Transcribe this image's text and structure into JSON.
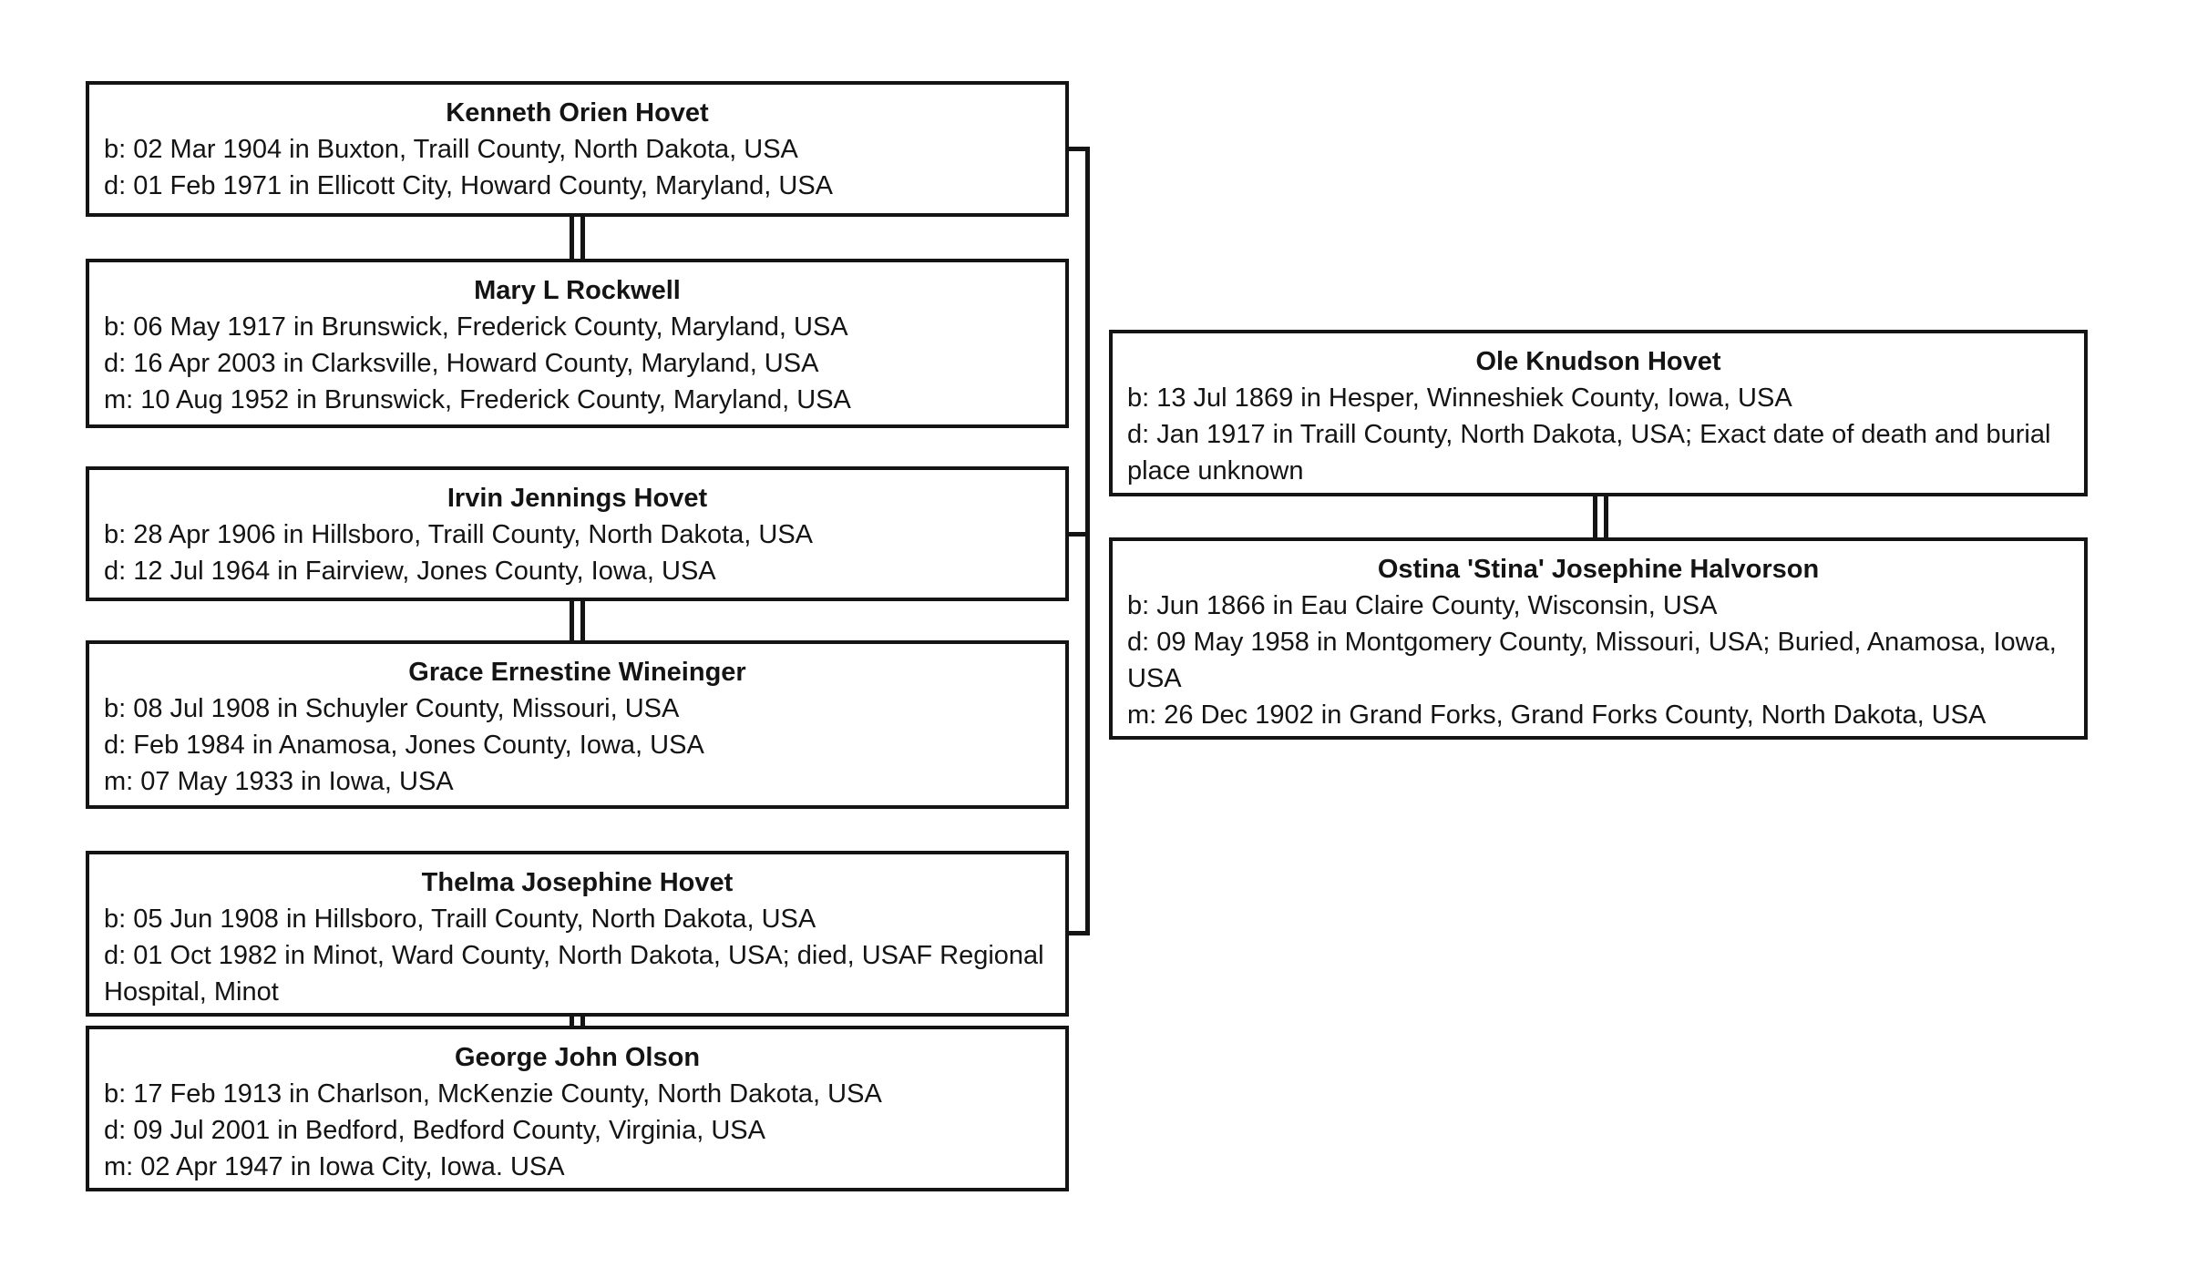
{
  "diagram": {
    "title": "Hovet family tree chart",
    "colors": {
      "background": "#ffffff",
      "line": "#141414",
      "text": "#141414"
    },
    "people": [
      {
        "name": "Kenneth Orien Hovet",
        "details": [
          "b: 02 Mar 1904 in Buxton, Traill County, North Dakota, USA",
          "d: 01 Feb 1971 in Ellicott City, Howard County, Maryland, USA"
        ]
      },
      {
        "name": "Mary L Rockwell",
        "details": [
          "b: 06 May 1917 in Brunswick, Frederick County, Maryland, USA",
          "d: 16 Apr 2003 in Clarksville, Howard County, Maryland, USA",
          "m: 10 Aug 1952 in Brunswick, Frederick County, Maryland, USA"
        ]
      },
      {
        "name": "Irvin Jennings Hovet",
        "details": [
          "b: 28 Apr 1906 in Hillsboro, Traill County, North Dakota, USA",
          "d: 12 Jul 1964 in Fairview, Jones County, Iowa, USA"
        ]
      },
      {
        "name": "Grace Ernestine Wineinger",
        "details": [
          "b: 08 Jul 1908 in Schuyler County, Missouri, USA",
          "d: Feb 1984 in Anamosa, Jones County, Iowa, USA",
          "m: 07 May 1933 in Iowa, USA"
        ]
      },
      {
        "name": "Thelma Josephine Hovet",
        "details": [
          "b: 05 Jun 1908 in Hillsboro, Traill County, North Dakota, USA",
          "d: 01 Oct 1982 in Minot, Ward County, North Dakota, USA; died, USAF Regional Hospital, Minot"
        ]
      },
      {
        "name": "George John Olson",
        "details": [
          "b: 17 Feb 1913 in Charlson, McKenzie County, North Dakota, USA",
          "d: 09 Jul 2001 in Bedford, Bedford County, Virginia, USA",
          "m: 02 Apr 1947 in Iowa City, Iowa. USA"
        ]
      },
      {
        "name": "Ole Knudson Hovet",
        "details": [
          "b: 13 Jul 1869 in Hesper, Winneshiek County, Iowa, USA",
          "d: Jan 1917 in Traill County, North Dakota, USA; Exact date of death and burial place unknown"
        ]
      },
      {
        "name": "Ostina 'Stina' Josephine Halvorson",
        "details": [
          "b: Jun 1866 in Eau Claire County, Wisconsin, USA",
          "d: 09 May 1958 in Montgomery County, Missouri, USA; Buried, Anamosa, Iowa, USA",
          "m: 26 Dec 1902 in Grand Forks, Grand Forks County, North Dakota, USA"
        ]
      }
    ],
    "relationships": {
      "marriages": [
        [
          "Kenneth Orien Hovet",
          "Mary L Rockwell"
        ],
        [
          "Irvin Jennings Hovet",
          "Grace Ernestine Wineinger"
        ],
        [
          "Thelma Josephine Hovet",
          "George John Olson"
        ],
        [
          "Ole Knudson Hovet",
          "Ostina 'Stina' Josephine Halvorson"
        ]
      ],
      "children_of_ole_and_ostina": [
        "Kenneth Orien Hovet",
        "Irvin Jennings Hovet",
        "Thelma Josephine Hovet"
      ]
    }
  }
}
